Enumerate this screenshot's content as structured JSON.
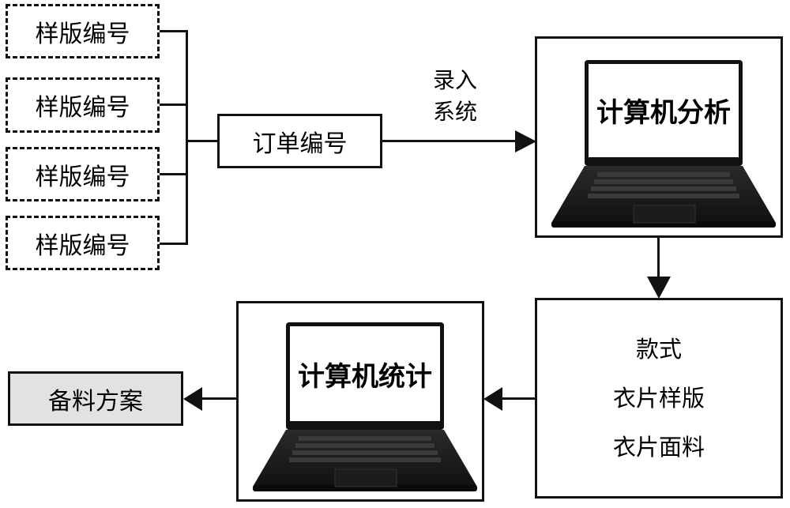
{
  "sample_boxes": [
    {
      "label": "样版编号"
    },
    {
      "label": "样版编号"
    },
    {
      "label": "样版编号"
    },
    {
      "label": "样版编号"
    }
  ],
  "order_box": {
    "label": "订单编号"
  },
  "entry_arrow": {
    "label_line1": "录入",
    "label_line2": "系统"
  },
  "analysis_computer": {
    "screen_text": "计算机分析"
  },
  "details_box": {
    "lines": [
      "款式",
      "衣片样版",
      "衣片面料"
    ]
  },
  "statistics_computer": {
    "screen_text": "计算机统计"
  },
  "result_box": {
    "label": "备料方案",
    "fill": "#e2e2e2"
  }
}
